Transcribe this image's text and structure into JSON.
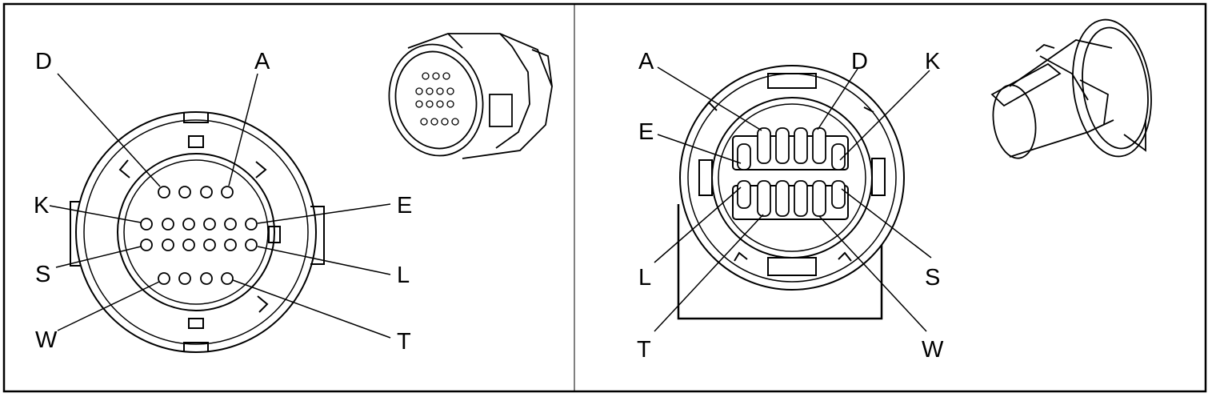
{
  "left_view": {
    "labels": {
      "D": "D",
      "A": "A",
      "K": "K",
      "E": "E",
      "S": "S",
      "L": "L",
      "W": "W",
      "T": "T"
    }
  },
  "right_view": {
    "labels": {
      "A": "A",
      "D": "D",
      "K": "K",
      "E": "E",
      "L": "L",
      "S": "S",
      "T": "T",
      "W": "W"
    }
  },
  "colors": {
    "line": "#000000",
    "background": "#ffffff"
  }
}
